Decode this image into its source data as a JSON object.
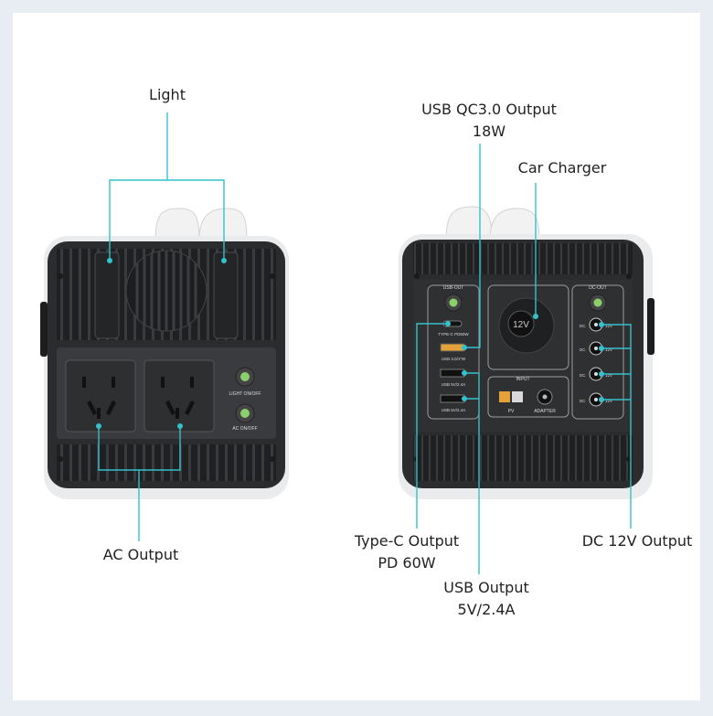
{
  "labels": {
    "light": "Light",
    "ac_output": "AC Output",
    "usb_qc_line1": "USB QC3.0 Output",
    "usb_qc_line2": "18W",
    "car_charger": "Car Charger",
    "typec_line1": "Type-C Output",
    "typec_line2": "PD 60W",
    "dc_output": "DC 12V Output",
    "usb_line1": "USB Output",
    "usb_line2": "5V/2.4A"
  },
  "panel_text": {
    "light_switch": "LIGHT ON/OFF",
    "ac_switch": "AC ON/OFF",
    "usb_out": "USB-OUT",
    "typec_port": "TYPE-C PD60W",
    "usb_qc_port": "USB 3.0/1\"W",
    "usb_port_1": "USB 5V/2.4A",
    "usb_port_2": "USB 5V/2.4A",
    "dc_out": "DC-OUT",
    "input": "INPUT",
    "pv": "PV",
    "adapter": "ADAPTER",
    "car_socket": "12V",
    "dc_labels": [
      "DC",
      "DC",
      "DC",
      "DC"
    ],
    "dc_volts": [
      "12V",
      "12V",
      "12V",
      "12V"
    ]
  },
  "colors": {
    "callout_line": "#33c1cc",
    "body_dark": "#2b2c2e",
    "body_shell": "#e9ebed",
    "port_orange": "#e5a23a"
  }
}
